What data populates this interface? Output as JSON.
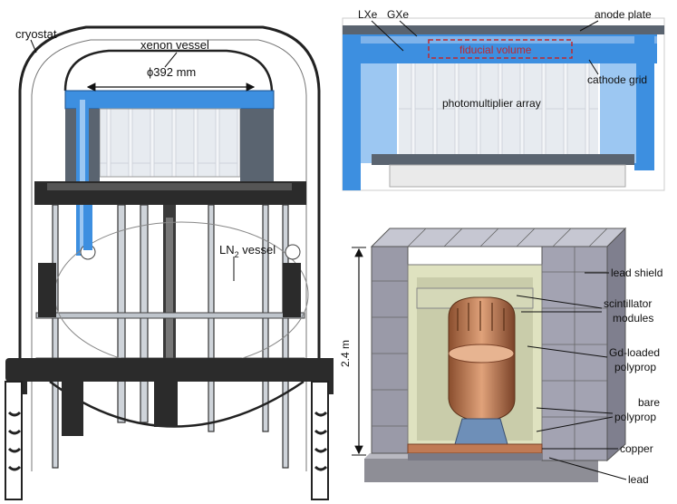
{
  "left_panel": {
    "labels": {
      "cryostat": "cryostat",
      "xenon_vessel": "xenon vessel",
      "diameter": "ϕ392 mm",
      "ln2_vessel": "LN",
      "ln2_sub": "2",
      "ln2_suffix": " vessel"
    }
  },
  "top_right_panel": {
    "labels": {
      "lxe": "LXe",
      "gxe": "GXe",
      "anode_plate": "anode plate",
      "fiducial_volume": "fiducial volume",
      "cathode_grid": "cathode grid",
      "pmt_array": "photomultiplier array"
    }
  },
  "bottom_right_panel": {
    "labels": {
      "height": "2.4 m",
      "lead_shield": "lead shield",
      "scint_1": "scintillator",
      "scint_2": "modules",
      "gd_1": "Gd-loaded",
      "gd_2": "polyprop",
      "bare_1": "bare",
      "bare_2": "polyprop",
      "copper": "copper",
      "lead": "lead"
    }
  },
  "colors": {
    "xenon_blue": "#3d8fe0",
    "light_blue": "#9cc7f2",
    "steel_dark": "#2b2b2b",
    "lead_grey": "#9a9aa8",
    "polyprop": "#dfe2c0",
    "copper": "#c07a55",
    "fiducial_red": "#c0282d"
  }
}
